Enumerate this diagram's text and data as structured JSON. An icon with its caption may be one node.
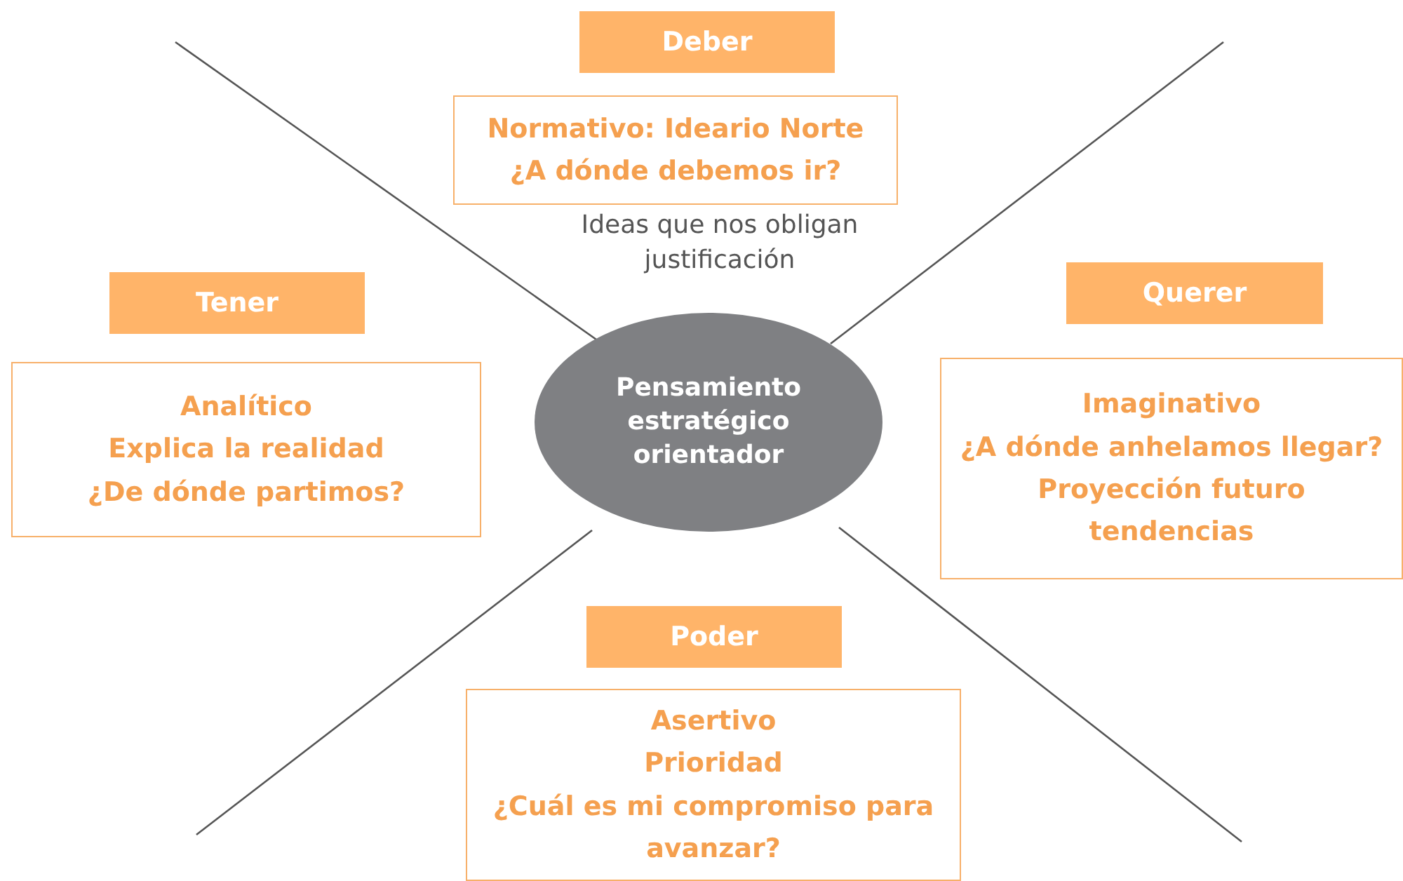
{
  "diagram": {
    "nodes": [
      {
        "text": [
          "Deber"
        ]
      },
      {
        "text": [
          "Normativo: Ideario Norte",
          "¿A dónde debemos ir?"
        ]
      },
      {
        "text": [
          "Tener"
        ]
      },
      {
        "text": [
          "Analítico",
          "Explica la realidad",
          "¿De dónde partimos?"
        ]
      },
      {
        "text": [
          "Pensamiento estratégico orientador"
        ]
      },
      {
        "text": [
          "Querer"
        ]
      },
      {
        "text": [
          "Imaginativo",
          "¿A dónde anhelamos llegar?",
          "Proyección futuro tendencias"
        ]
      },
      {
        "text": [
          "Poder"
        ]
      },
      {
        "text": [
          "Asertivo",
          "Prioridad",
          "¿Cuál es mi compromiso para avanzar?"
        ]
      }
    ],
    "labels": [
      "Ideas que nos obligan justificación"
    ]
  }
}
